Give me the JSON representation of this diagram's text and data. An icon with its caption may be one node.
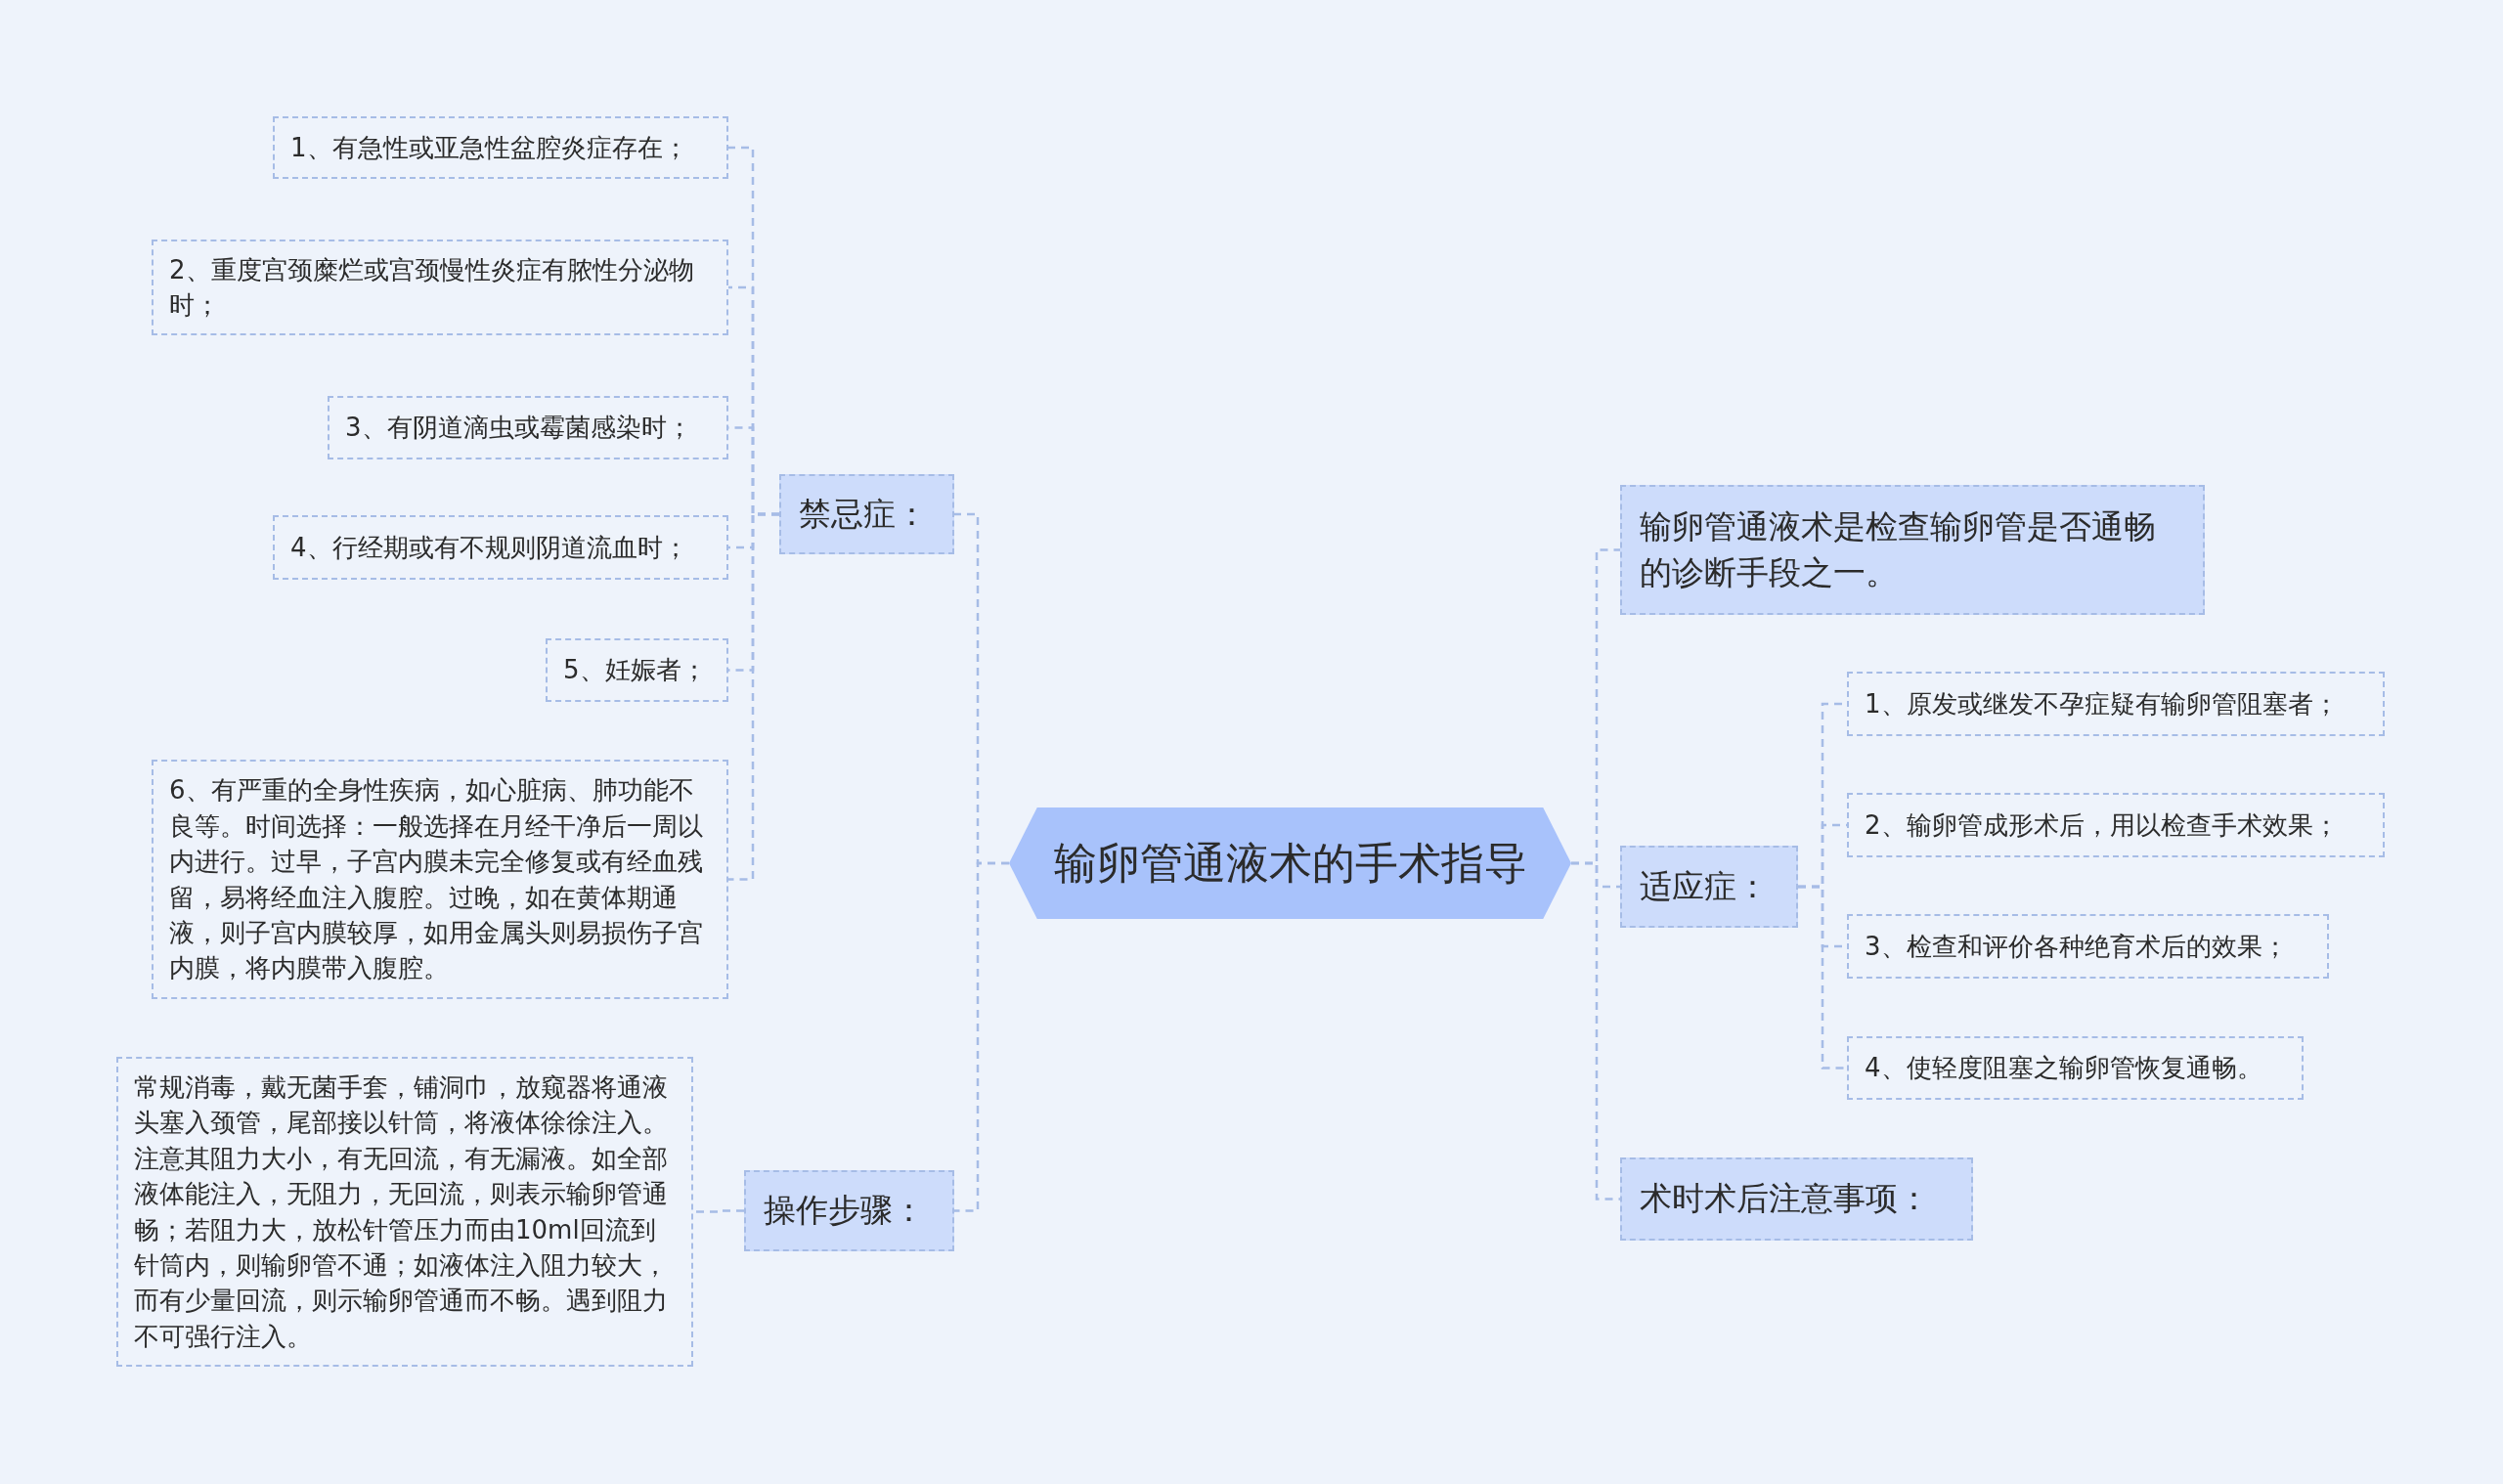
{
  "diagram": {
    "nodes": [
      {
        "text": [
          "输卵管通液术的手术指导"
        ]
      },
      {
        "text": [
          "禁忌症："
        ]
      },
      {
        "text": [
          "1、有急性或亚急性盆腔炎症存在；"
        ]
      },
      {
        "text": [
          "2、重度宫颈糜烂或宫颈慢性炎症有脓性分泌物时；"
        ]
      },
      {
        "text": [
          "3、有阴道滴虫或霉菌感染时；"
        ]
      },
      {
        "text": [
          "4、行经期或有不规则阴道流血时；"
        ]
      },
      {
        "text": [
          "5、妊娠者；"
        ]
      },
      {
        "text": [
          "6、有严重的全身性疾病，如心脏病、肺功能不良等。时间选择：一般选择在月经干净后一周以内进行。过早，子宫内膜未完全修复或有经血残留，易将经血注入腹腔。过晚，如在黄体期通液，则子宫内膜较厚，如用金属头则易损伤子宫内膜，将内膜带入腹腔。"
        ]
      },
      {
        "text": [
          "操作步骤："
        ]
      },
      {
        "text": [
          "常规消毒，戴无菌手套，铺洞巾，放窥器将通液头塞入颈管，尾部接以针筒，将液体徐徐注入。注意其阻力大小，有无回流，有无漏液。如全部液体能注入，无阻力，无回流，则表示输卵管通畅；若阻力大，放松针管压力而由10ml回流到针筒内，则输卵管不通；如液体注入阻力较大，而有少量回流，则示输卵管通而不畅。遇到阻力不可强行注入。"
        ]
      },
      {
        "text": [
          "输卵管通液术是检查输卵管是否通畅的诊断手段之一。"
        ]
      },
      {
        "text": [
          "适应症："
        ]
      },
      {
        "text": [
          "1、原发或继发不孕症疑有输卵管阻塞者；"
        ]
      },
      {
        "text": [
          "2、输卵管成形术后，用以检查手术效果；"
        ]
      },
      {
        "text": [
          "3、检查和评价各种绝育术后的效果；"
        ]
      },
      {
        "text": [
          "4、使轻度阻塞之输卵管恢复通畅。"
        ]
      },
      {
        "text": [
          "术时术后注意事项："
        ]
      }
    ],
    "edges": [
      {
        "from": 0,
        "to": 1,
        "arrow": "none"
      },
      {
        "from": 0,
        "to": 8,
        "arrow": "none"
      },
      {
        "from": 0,
        "to": 10,
        "arrow": "none"
      },
      {
        "from": 0,
        "to": 11,
        "arrow": "none"
      },
      {
        "from": 0,
        "to": 16,
        "arrow": "none"
      },
      {
        "from": 1,
        "to": 2,
        "arrow": "none"
      },
      {
        "from": 1,
        "to": 3,
        "arrow": "none"
      },
      {
        "from": 1,
        "to": 4,
        "arrow": "none"
      },
      {
        "from": 1,
        "to": 5,
        "arrow": "none"
      },
      {
        "from": 1,
        "to": 6,
        "arrow": "none"
      },
      {
        "from": 1,
        "to": 7,
        "arrow": "none"
      },
      {
        "from": 8,
        "to": 9,
        "arrow": "none"
      },
      {
        "from": 11,
        "to": 12,
        "arrow": "none"
      },
      {
        "from": 11,
        "to": 13,
        "arrow": "none"
      },
      {
        "from": 11,
        "to": 14,
        "arrow": "none"
      },
      {
        "from": 11,
        "to": 15,
        "arrow": "none"
      }
    ]
  }
}
